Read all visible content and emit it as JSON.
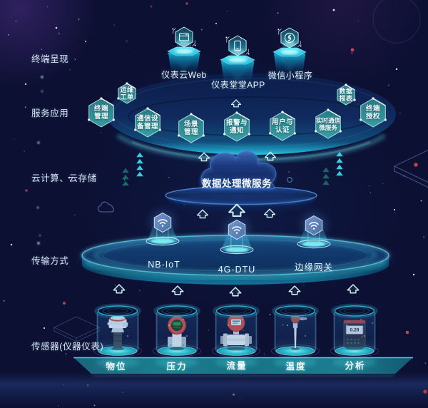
{
  "diagram": "IoT cloud platform architecture",
  "colors": {
    "background": "#0c1033",
    "accent_cyan": "#2fd0e0",
    "platform_blue": "#123a6e",
    "hexagon_teal": "#2f8f95",
    "node_blue": "#5e86bd",
    "device_red": "#d6453a",
    "text": "#eaf3f9",
    "star_red": "#d84550"
  },
  "layers": {
    "presentation": {
      "label": "终端呈现",
      "items": [
        {
          "label": "仪表云Web",
          "icon": "browser-window-icon"
        },
        {
          "label": "仪表堂堂APP",
          "icon": "mobile-app-icon"
        },
        {
          "label": "微信小程序",
          "icon": "wechat-miniprogram-icon"
        }
      ]
    },
    "services": {
      "label": "服务应用",
      "items": [
        {
          "label": "终端管理",
          "line1": "终端",
          "line2": "管理",
          "size": "normal"
        },
        {
          "label": "运维工单",
          "line1": "运维",
          "line2": "工单",
          "size": "small"
        },
        {
          "label": "通信设备管理",
          "line1": "通信设",
          "line2": "备管理",
          "size": "normal"
        },
        {
          "label": "场景管理",
          "line1": "场景",
          "line2": "管理",
          "size": "normal"
        },
        {
          "label": "报警与通知",
          "line1": "报警与",
          "line2": "通知",
          "size": "normal"
        },
        {
          "label": "用户与认证",
          "line1": "用户与",
          "line2": "认证",
          "size": "normal"
        },
        {
          "label": "实时通信微服务",
          "line1": "实时通信",
          "line2": "微服务",
          "size": "normal"
        },
        {
          "label": "数据报表",
          "line1": "数据",
          "line2": "报表",
          "size": "small"
        },
        {
          "label": "终端授权",
          "line1": "终端",
          "line2": "授权",
          "size": "normal"
        }
      ]
    },
    "cloud": {
      "label": "云计算、云存储",
      "node_label": "数据处理微服务",
      "icon": "cloud-icon"
    },
    "transmission": {
      "label": "传输方式",
      "items": [
        {
          "label": "NB-IoT",
          "icon": "wifi-icon"
        },
        {
          "label": "4G-DTU",
          "icon": "wifi-icon"
        },
        {
          "label": "边缘网关",
          "icon": "wifi-icon"
        }
      ]
    },
    "sensors": {
      "label": "传感器(仪器仪表)",
      "items": [
        {
          "label": "物位",
          "device": "level-transmitter"
        },
        {
          "label": "压力",
          "device": "pressure-transmitter"
        },
        {
          "label": "流量",
          "device": "flow-meter"
        },
        {
          "label": "温度",
          "device": "temperature-sensor"
        },
        {
          "label": "分析",
          "device": "analyzer",
          "screen_value": "0.29"
        }
      ]
    }
  }
}
